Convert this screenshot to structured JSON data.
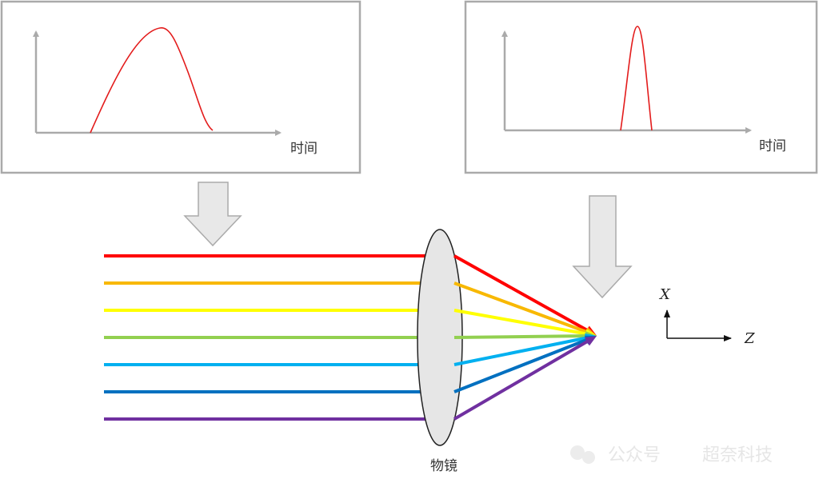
{
  "panels": [
    {
      "x_axis_label": "时间",
      "pulse": "wide"
    },
    {
      "x_axis_label": "时间",
      "pulse": "narrow"
    }
  ],
  "beams": [
    {
      "name": "red",
      "color": "#ff0000"
    },
    {
      "name": "orange",
      "color": "#f8b800"
    },
    {
      "name": "yellow",
      "color": "#ffff00"
    },
    {
      "name": "green",
      "color": "#92d050"
    },
    {
      "name": "cyan",
      "color": "#00b0f0"
    },
    {
      "name": "blue",
      "color": "#0070c0"
    },
    {
      "name": "purple",
      "color": "#7030a0"
    }
  ],
  "lens_label": "物镜",
  "axes": {
    "x_label": "X",
    "z_label": "Z"
  },
  "watermark": {
    "prefix": "公众号",
    "name": "超奈科技"
  }
}
